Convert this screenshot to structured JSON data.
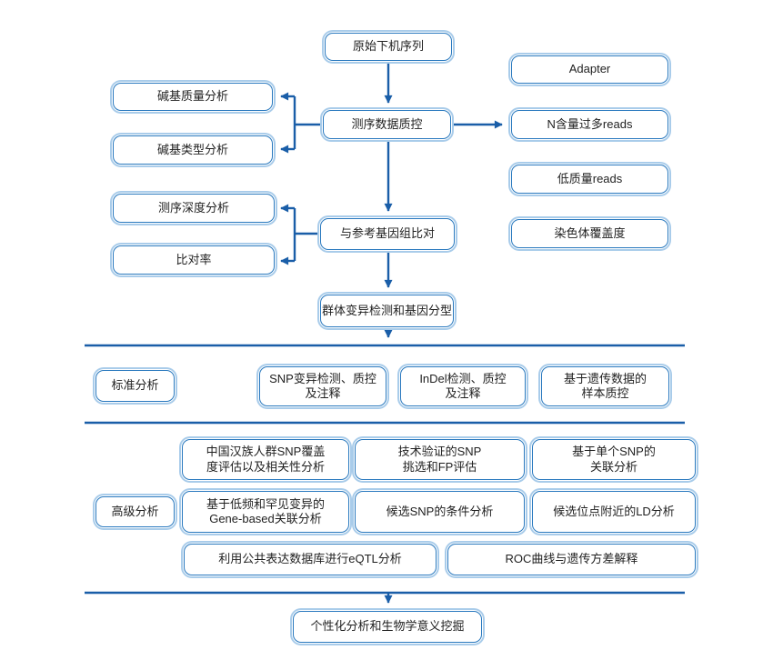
{
  "diagram": {
    "type": "flowchart",
    "sections": {
      "standard_label": "标准分析",
      "advanced_label": "高级分析"
    },
    "nodes": {
      "raw_sequence": {
        "label": "原始下机序列"
      },
      "adapter": {
        "label": "Adapter"
      },
      "base_quality": {
        "label": "碱基质量分析"
      },
      "seq_qc": {
        "label": "测序数据质控"
      },
      "n_reads": {
        "label": "N含量过多reads"
      },
      "base_type": {
        "label": "碱基类型分析"
      },
      "low_quality": {
        "label": "低质量reads"
      },
      "depth": {
        "label": "测序深度分析"
      },
      "align_ref": {
        "label": "与参考基因组比对"
      },
      "chrom_coverage": {
        "label": "染色体覆盖度"
      },
      "map_rate": {
        "label": "比对率"
      },
      "variant_genotype": {
        "label": "群体变异检测和基因分型"
      },
      "snp_detect": {
        "lines": [
          "SNP变异检测、质控",
          "及注释"
        ]
      },
      "indel_detect": {
        "lines": [
          "InDel检测、质控",
          "及注释"
        ]
      },
      "genetic_sample_qc": {
        "lines": [
          "基于遗传数据的",
          "样本质控"
        ]
      },
      "han_snp_coverage": {
        "lines": [
          "中国汉族人群SNP覆盖",
          "度评估以及相关性分析"
        ]
      },
      "tech_validated_snp": {
        "lines": [
          "技术验证的SNP",
          "挑选和FP评估"
        ]
      },
      "single_snp_assoc": {
        "lines": [
          "基于单个SNP的",
          "关联分析"
        ]
      },
      "gene_based_assoc": {
        "lines": [
          "基于低频和罕见变异的",
          "Gene-based关联分析"
        ]
      },
      "candidate_snp_conditional": {
        "label": "候选SNP的条件分析"
      },
      "ld_analysis": {
        "label": "候选位点附近的LD分析"
      },
      "eqtl": {
        "label": "利用公共表达数据库进行eQTL分析"
      },
      "roc": {
        "label": "ROC曲线与遗传方差解释"
      },
      "personalized": {
        "label": "个性化分析和生物学意义挖掘"
      }
    },
    "colors": {
      "box_border": "#2878BE",
      "box_outer_ring": "#A9CCEA",
      "arrow": "#1A5EA8",
      "section_line": "#1A5EA8",
      "text": "#1F1F1F",
      "background": "#FFFFFF"
    }
  }
}
